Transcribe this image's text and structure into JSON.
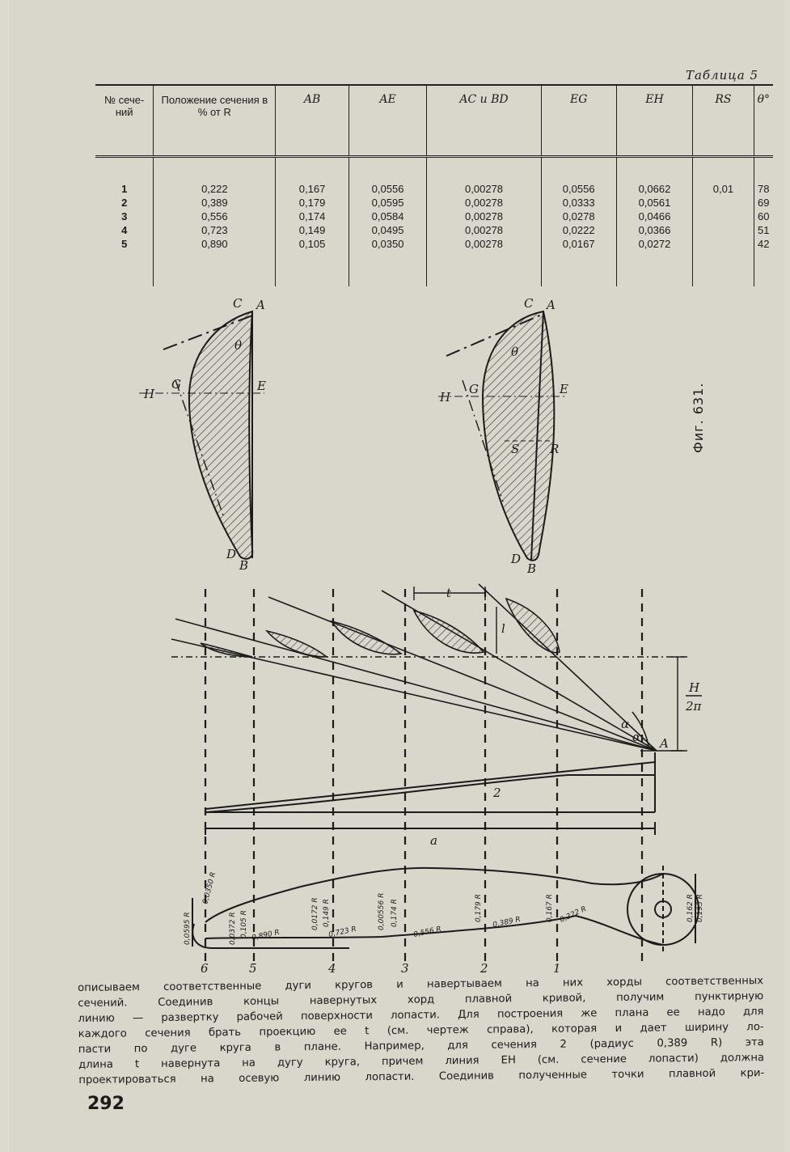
{
  "table": {
    "caption": "Таблица 5",
    "headers": [
      {
        "lines": [
          "№",
          "сече-",
          "ний"
        ]
      },
      {
        "lines": [
          "Положение",
          "сечения",
          "в % от R"
        ]
      },
      {
        "lines": [
          "AB"
        ]
      },
      {
        "lines": [
          "AE"
        ]
      },
      {
        "lines": [
          "AC и BD"
        ]
      },
      {
        "lines": [
          "EG"
        ]
      },
      {
        "lines": [
          "EH"
        ]
      },
      {
        "lines": [
          "RS"
        ]
      },
      {
        "lines": [
          "θ°"
        ]
      }
    ],
    "columns": [
      [
        "1",
        "2",
        "3",
        "4",
        "5"
      ],
      [
        "0,222",
        "0,389",
        "0,556",
        "0,723",
        "0,890"
      ],
      [
        "0,167",
        "0,179",
        "0,174",
        "0,149",
        "0,105"
      ],
      [
        "0,0556",
        "0,0595",
        "0,0584",
        "0,0495",
        "0,0350"
      ],
      [
        "0,00278",
        "0,00278",
        "0,00278",
        "0,00278",
        "0,00278"
      ],
      [
        "0,0556",
        "0,0333",
        "0,0278",
        "0,0222",
        "0,0167"
      ],
      [
        "0,0662",
        "0,0561",
        "0,0466",
        "0,0366",
        "0,0272"
      ],
      [
        "0,01"
      ],
      [
        "78",
        "69",
        "60",
        "51",
        "42"
      ]
    ]
  },
  "figure": {
    "label": "Фиг. 631.",
    "section_labels": {
      "a": "A",
      "b": "B",
      "c": "C",
      "d": "D",
      "e": "E",
      "g": "G",
      "h": "H",
      "r": "R",
      "s": "S",
      "theta": "θ"
    },
    "dimension_labels": {
      "t": "t",
      "l": "l",
      "alpha": "α",
      "a": "A",
      "h_over": "H",
      "two_pi": "2π",
      "length": "a"
    },
    "plan_labels": [
      "0,0595 R",
      "0,0350 R",
      "0,0372 R",
      "0,105 R",
      "0,890 R",
      "0,0172 R",
      "0,149 R",
      "0,723 R",
      "0,00556 R",
      "0,174 R",
      "0,556 R",
      "0,179 R",
      "0,389 R",
      "0,167 R",
      "0,222 R",
      "0,162 R",
      "0,195 R"
    ],
    "station_numbers": [
      "6",
      "5",
      "4",
      "3",
      "2",
      "1"
    ]
  },
  "body": {
    "lines": [
      "описываем соответственные дуги кругов и навертываем на них хорды соответственных",
      "сечений. Соединив концы навернутых хорд плавной кривой, получим пунктирную",
      "линию — развертку рабочей поверхности лопасти. Для построения же плана ее надо для",
      "каждого сечения брать проекцию ее t (см. чертеж справа), которая и дает ширину ло-",
      "пасти по дуге круга в плане. Например, для сечения 2 (радиус 0,389 R) эта",
      "длина t навернута на дугу круга, причем линия EH (см. сечение лопасти) должна",
      "проектироваться на осевую линию лопасти. Соединив полученные точки плавной кри-"
    ]
  },
  "page_number": "292"
}
